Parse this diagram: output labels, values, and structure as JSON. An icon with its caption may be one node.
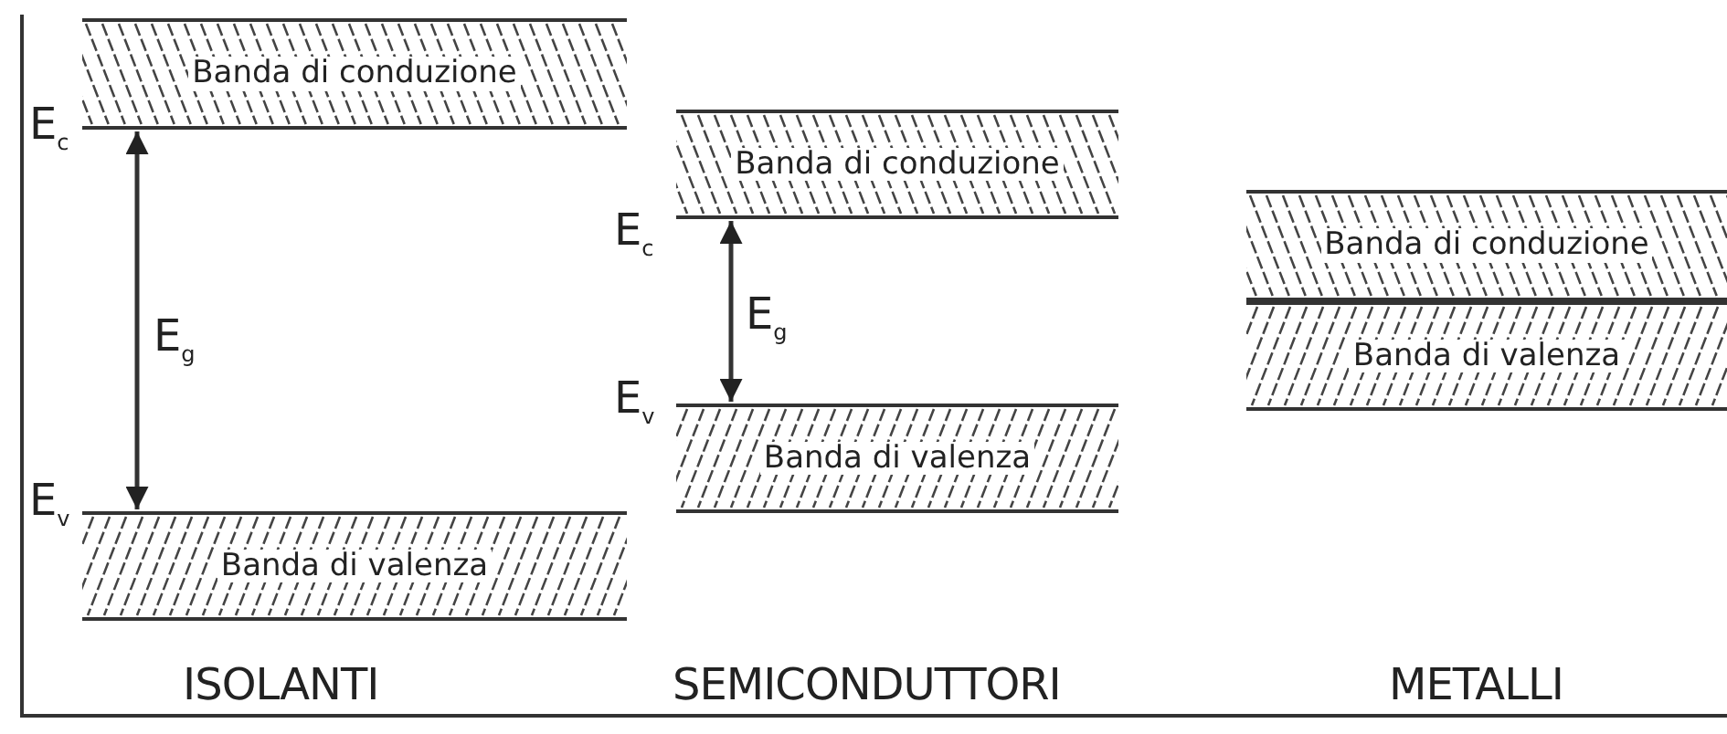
{
  "diagram": {
    "nodes": [
      {
        "text": [
          "Banda di conduzione"
        ]
      },
      {
        "text": [
          "Banda di valenza"
        ]
      },
      {
        "text": [
          "Banda di conduzione"
        ]
      },
      {
        "text": [
          "Banda di valenza"
        ]
      },
      {
        "text": [
          "Banda di conduzione"
        ]
      },
      {
        "text": [
          "Banda di valenza"
        ]
      }
    ],
    "edges": [
      {
        "from": 0,
        "to": 1,
        "arrow": "both"
      },
      {
        "from": 2,
        "to": 3,
        "arrow": "both"
      }
    ],
    "labels": [
      "E$_{c}$",
      "E$_{g}$",
      "E$_{v}$",
      "E$_{c}$",
      "E$_{g}$",
      "E$_{v}$",
      "ISOLANTI",
      "SEMICONDUTTORI",
      "METALLI"
    ]
  }
}
